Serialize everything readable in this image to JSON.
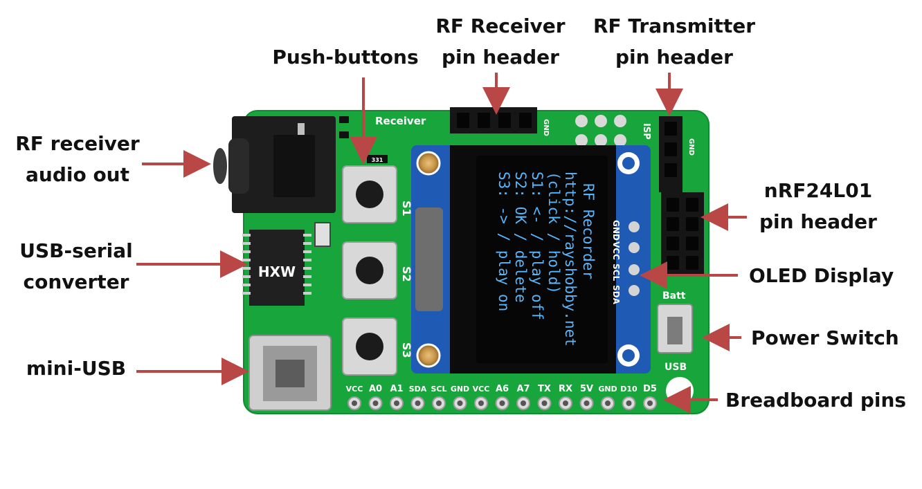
{
  "labels": {
    "rf_receiver_audio_out": [
      "RF receiver",
      "audio out"
    ],
    "usb_serial_converter": [
      "USB-serial",
      "converter"
    ],
    "mini_usb": [
      "mini-USB"
    ],
    "push_buttons": [
      "Push-buttons"
    ],
    "rf_receiver_header": [
      "RF Receiver",
      "pin header"
    ],
    "rf_transmitter_header": [
      "RF Transmitter",
      "pin header"
    ],
    "nrf24l01_header": [
      "nRF24L01",
      "pin header"
    ],
    "oled_display": [
      "OLED Display"
    ],
    "power_switch": [
      "Power Switch"
    ],
    "breadboard_pins": [
      "Breadboard pins"
    ]
  },
  "board": {
    "silkscreen": {
      "receiver": "Receiver",
      "gnd_receiver": "GND",
      "isp": "ISP",
      "gnd_isp": "GND",
      "buttons": [
        "S1",
        "S2",
        "S3"
      ],
      "oled_pins": [
        "GND",
        "VCC",
        "SCL",
        "SDA"
      ],
      "switch_top": "Batt",
      "switch_bottom": "USB",
      "bottom_pins": [
        "VCC",
        "A0",
        "A1",
        "SDA",
        "SCL",
        "GND",
        "VCC",
        "A6",
        "A7",
        "TX",
        "RX",
        "5V",
        "GND",
        "D10",
        "D5"
      ],
      "chip_marking": "HXW",
      "resistor_marking": "331"
    },
    "oled_screen_lines": [
      "RF Recorder",
      "http://rayshobby.net",
      "(click / hold)",
      "S1: <- / play off",
      "S2: OK / delete",
      "S3: -> / play on"
    ]
  },
  "colors": {
    "pcb_green": "#17a53c",
    "arrow_red": "#b94745",
    "oled_text": "#55b7ff",
    "oled_module_blue": "#1f5bb5"
  }
}
